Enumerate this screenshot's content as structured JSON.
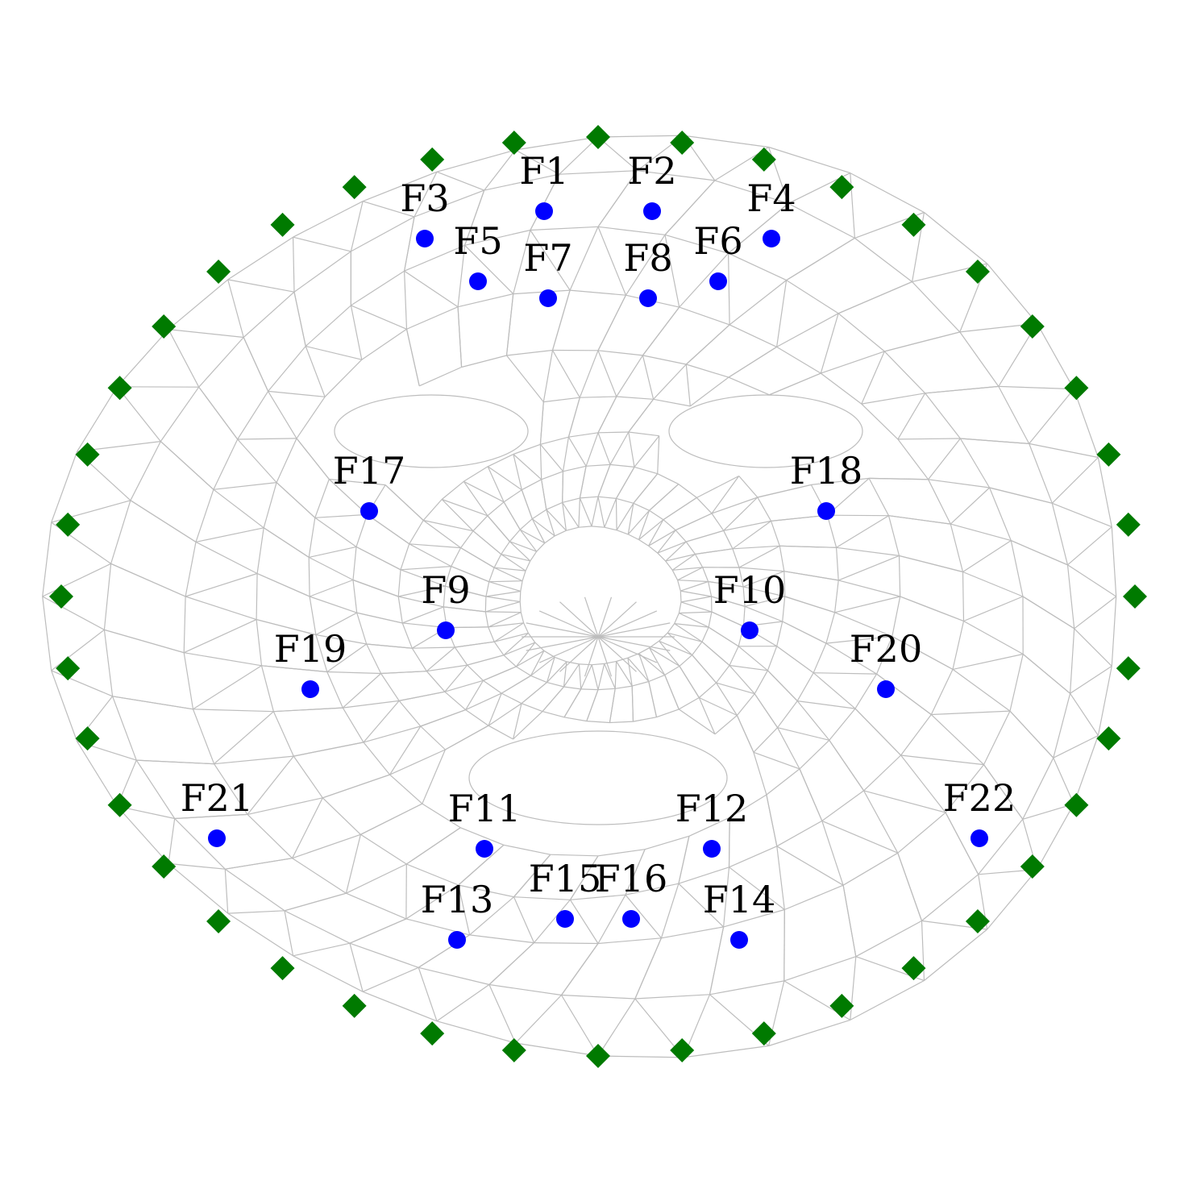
{
  "colors": {
    "mesh": "#bdbdbd",
    "sensor": "#0000ff",
    "boundary": "#007a00",
    "label": "#000000",
    "background": "#ffffff"
  },
  "sensors": [
    {
      "id": "F1",
      "label": "F1"
    },
    {
      "id": "F2",
      "label": "F2"
    },
    {
      "id": "F3",
      "label": "F3"
    },
    {
      "id": "F4",
      "label": "F4"
    },
    {
      "id": "F5",
      "label": "F5"
    },
    {
      "id": "F6",
      "label": "F6"
    },
    {
      "id": "F7",
      "label": "F7"
    },
    {
      "id": "F8",
      "label": "F8"
    },
    {
      "id": "F9",
      "label": "F9"
    },
    {
      "id": "F10",
      "label": "F10"
    },
    {
      "id": "F11",
      "label": "F11"
    },
    {
      "id": "F12",
      "label": "F12"
    },
    {
      "id": "F13",
      "label": "F13"
    },
    {
      "id": "F14",
      "label": "F14"
    },
    {
      "id": "F15",
      "label": "F15"
    },
    {
      "id": "F16",
      "label": "F16"
    },
    {
      "id": "F17",
      "label": "F17"
    },
    {
      "id": "F18",
      "label": "F18"
    },
    {
      "id": "F19",
      "label": "F19"
    },
    {
      "id": "F20",
      "label": "F20"
    },
    {
      "id": "F21",
      "label": "F21"
    },
    {
      "id": "F22",
      "label": "F22"
    }
  ],
  "boundary_marker_shape": "diamond",
  "sensor_marker_shape": "circle"
}
